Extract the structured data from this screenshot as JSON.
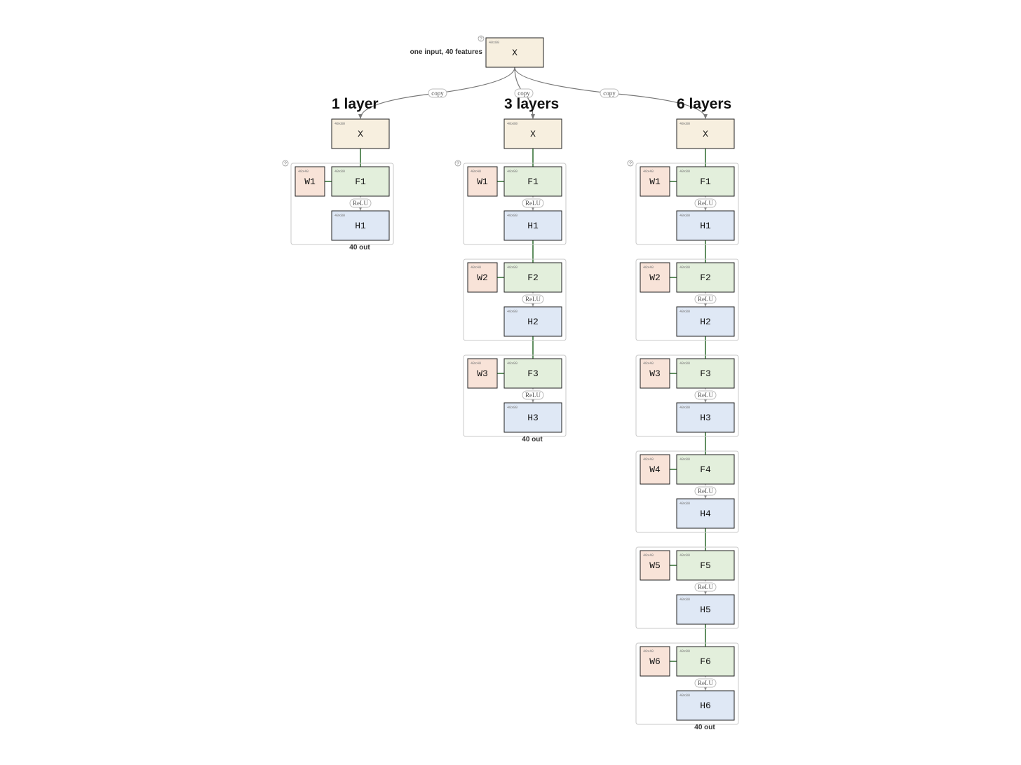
{
  "colors": {
    "x_fill": "#f7efdf",
    "w_fill": "#f8e3d8",
    "f_fill": "#e3efdc",
    "h_fill": "#dfe8f5",
    "edge_green": "#2e6b2e",
    "edge_gray": "#777777",
    "group_border": "#c8c8c8"
  },
  "icons": {
    "help": "question-circle-icon"
  },
  "help_glyph": "?",
  "root": {
    "label": "X",
    "dim": "40x80",
    "caption": "one input, 40 features"
  },
  "copy_label": "copy",
  "relu_label": "ReLU",
  "dims": {
    "x": "40x80",
    "w": "40x40",
    "f": "40x80",
    "h": "40x80"
  },
  "columns": [
    {
      "title": "1 layer",
      "input_label": "X",
      "output_caption": "40 out",
      "layers": [
        {
          "w": "W1",
          "f": "F1",
          "h": "H1"
        }
      ]
    },
    {
      "title": "3 layers",
      "input_label": "X",
      "output_caption": "40 out",
      "layers": [
        {
          "w": "W1",
          "f": "F1",
          "h": "H1"
        },
        {
          "w": "W2",
          "f": "F2",
          "h": "H2"
        },
        {
          "w": "W3",
          "f": "F3",
          "h": "H3"
        }
      ]
    },
    {
      "title": "6 layers",
      "input_label": "X",
      "output_caption": "40 out",
      "layers": [
        {
          "w": "W1",
          "f": "F1",
          "h": "H1"
        },
        {
          "w": "W2",
          "f": "F2",
          "h": "H2"
        },
        {
          "w": "W3",
          "f": "F3",
          "h": "H3"
        },
        {
          "w": "W4",
          "f": "F4",
          "h": "H4"
        },
        {
          "w": "W5",
          "f": "F5",
          "h": "H5"
        },
        {
          "w": "W6",
          "f": "F6",
          "h": "H6"
        }
      ]
    }
  ]
}
